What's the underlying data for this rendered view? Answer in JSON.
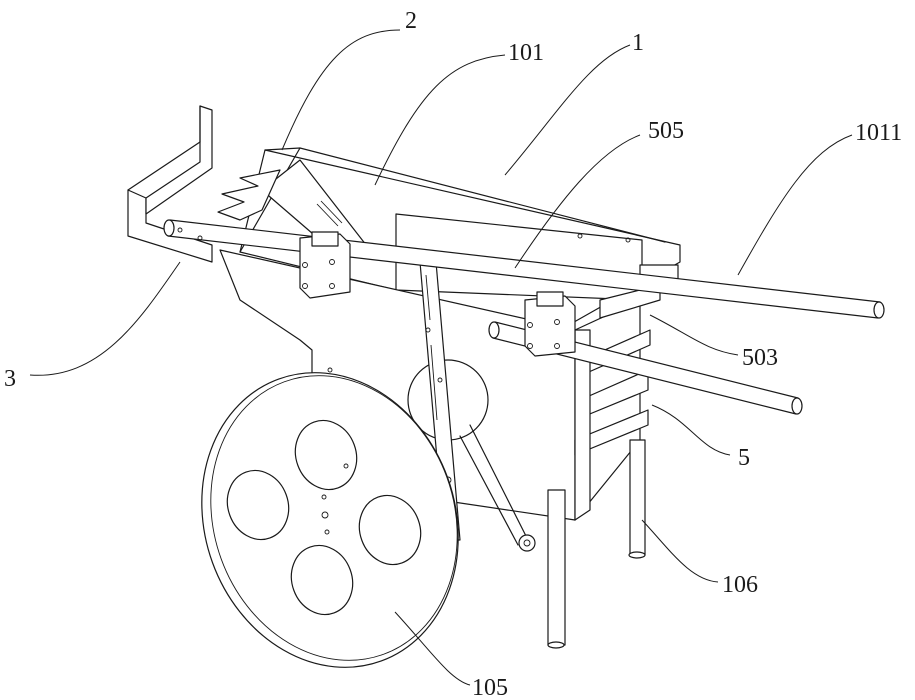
{
  "labels": {
    "l2": "2",
    "l101": "101",
    "l1": "1",
    "l505": "505",
    "l1011": "1011",
    "l3": "3",
    "l503": "503",
    "l5": "5",
    "l106": "106",
    "l105": "105"
  }
}
